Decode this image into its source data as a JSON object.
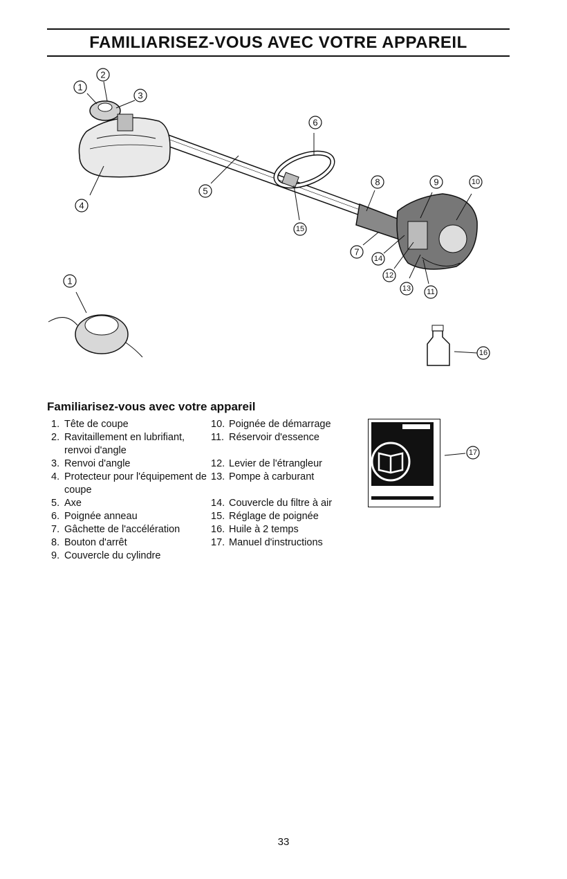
{
  "header": {
    "title": "FAMILIARISEZ-VOUS AVEC VOTRE APPAREIL"
  },
  "figure": {
    "callouts": [
      "1",
      "2",
      "3",
      "4",
      "5",
      "6",
      "8",
      "9",
      "10",
      "15",
      "7",
      "14",
      "12",
      "13",
      "11",
      "1",
      "16"
    ]
  },
  "section": {
    "heading": "Familiarisez-vous avec votre appareil",
    "left_items": [
      {
        "num": "1.",
        "text": "Tête de coupe"
      },
      {
        "num": "2.",
        "text": "Ravitaillement en lubrifiant, renvoi d'angle"
      },
      {
        "num": "3.",
        "text": "Renvoi d'angle"
      },
      {
        "num": "4.",
        "text": "Protecteur pour l'équipement de coupe"
      },
      {
        "num": "5.",
        "text": "Axe"
      },
      {
        "num": "6.",
        "text": "Poignée anneau"
      },
      {
        "num": "7.",
        "text": "Gâchette de l'accélération"
      },
      {
        "num": "8.",
        "text": "Bouton d'arrêt"
      },
      {
        "num": "9.",
        "text": "Couvercle du cylindre"
      }
    ],
    "right_items": [
      {
        "num": "10.",
        "text": "Poignée de démarrage"
      },
      {
        "num": "11.",
        "text": "Réservoir d'essence"
      },
      {
        "num": "12.",
        "text": "Levier de l'étrangleur"
      },
      {
        "num": "13.",
        "text": "Pompe à carburant"
      },
      {
        "num": "14.",
        "text": "Couvercle du filtre à air"
      },
      {
        "num": "15.",
        "text": "Réglage de poignée"
      },
      {
        "num": "16.",
        "text": "Huile à 2 temps"
      },
      {
        "num": "17.",
        "text": "Manuel d'instructions"
      }
    ],
    "manual_callout": "17"
  },
  "footer": {
    "page_number": "33"
  }
}
